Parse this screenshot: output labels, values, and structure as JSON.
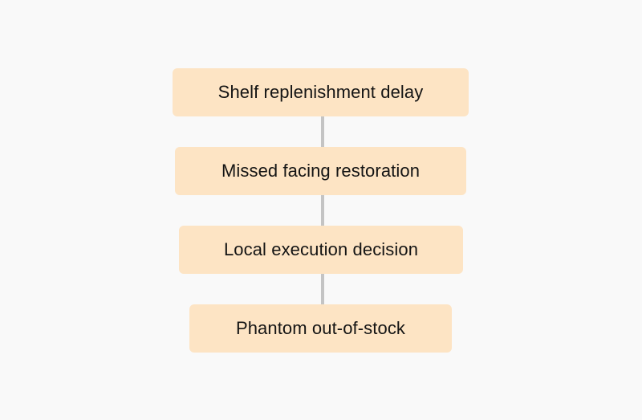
{
  "diagram": {
    "nodes": [
      {
        "label": "Shelf replenishment delay"
      },
      {
        "label": "Missed facing restoration"
      },
      {
        "label": "Local execution decision"
      },
      {
        "label": "Phantom out-of-stock"
      }
    ],
    "colors": {
      "background": "#f9f9f9",
      "node_fill": "#fde4c4",
      "connector": "#c4c4c4",
      "text": "#141414"
    }
  }
}
